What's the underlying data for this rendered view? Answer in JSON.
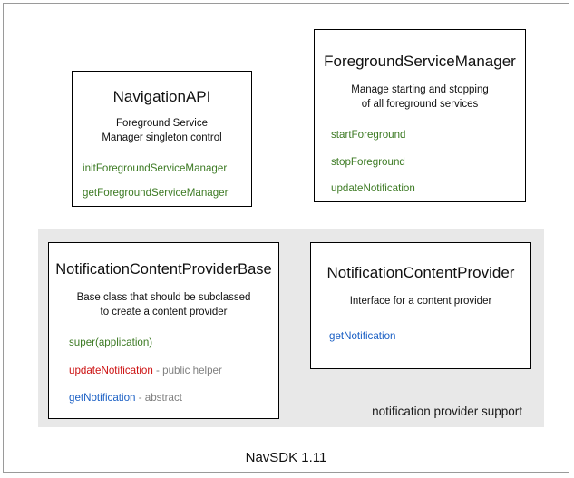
{
  "diagram": {
    "footer_label": "NavSDK 1.11",
    "region": {
      "label": "notification provider support",
      "background_color": "#e8e8e8"
    },
    "colors": {
      "method_green": "#3c7a23",
      "method_red": "#cc1111",
      "method_blue": "#1a5fc4",
      "annotation_gray": "#808080",
      "box_border": "#000000",
      "frame_border": "#9a9a9a"
    },
    "boxes": [
      {
        "id": "navigation-api",
        "title": "NavigationAPI",
        "description_line1": "Foreground Service",
        "description_line2": "Manager singleton control",
        "methods": [
          {
            "name": "initForegroundServiceManager",
            "note": ""
          },
          {
            "name": "getForegroundServiceManager",
            "note": ""
          }
        ]
      },
      {
        "id": "foreground-service-manager",
        "title": "ForegroundServiceManager",
        "description_line1": "Manage starting and stopping",
        "description_line2": "of all foreground services",
        "methods": [
          {
            "name": "startForeground",
            "note": ""
          },
          {
            "name": "stopForeground",
            "note": ""
          },
          {
            "name": "updateNotification",
            "note": ""
          }
        ]
      },
      {
        "id": "notification-content-provider-base",
        "title": "NotificationContentProviderBase",
        "description_line1": "Base class that should be subclassed",
        "description_line2": "to create a content provider",
        "methods": [
          {
            "name": "super(application)",
            "note": ""
          },
          {
            "name": "updateNotification",
            "note": " - public helper"
          },
          {
            "name": "getNotification",
            "note": " - abstract"
          }
        ]
      },
      {
        "id": "notification-content-provider",
        "title": "NotificationContentProvider",
        "description_line1": "Interface for a content provider",
        "description_line2": "",
        "methods": [
          {
            "name": "getNotification",
            "note": ""
          }
        ]
      }
    ]
  }
}
